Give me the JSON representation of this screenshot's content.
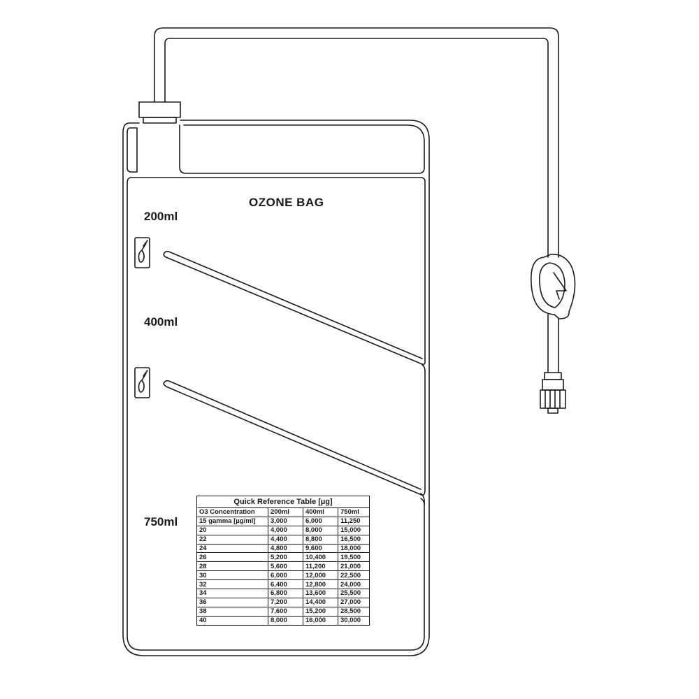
{
  "bag": {
    "title": "OZONE BAG",
    "volume_marks": [
      "200ml",
      "400ml",
      "750ml"
    ]
  },
  "table": {
    "caption": "Quick Reference Table [µg]",
    "headers": [
      "O3 Concentration",
      "200ml",
      "400ml",
      "750ml"
    ],
    "rows": [
      [
        "15 gamma [µg/ml]",
        "3,000",
        "6,000",
        "11,250"
      ],
      [
        "20",
        "4,000",
        "8,000",
        "15,000"
      ],
      [
        "22",
        "4,400",
        "8,800",
        "16,500"
      ],
      [
        "24",
        "4,800",
        "9,600",
        "18,000"
      ],
      [
        "26",
        "5,200",
        "10,400",
        "19,500"
      ],
      [
        "28",
        "5,600",
        "11,200",
        "21,000"
      ],
      [
        "30",
        "6,000",
        "12,000",
        "22,500"
      ],
      [
        "32",
        "6,400",
        "12,800",
        "24,000"
      ],
      [
        "34",
        "6,800",
        "13,600",
        "25,500"
      ],
      [
        "36",
        "7,200",
        "14,400",
        "27,000"
      ],
      [
        "38",
        "7,600",
        "15,200",
        "28,500"
      ],
      [
        "40",
        "8,000",
        "16,000",
        "30,000"
      ]
    ]
  },
  "icons": [
    "hand-gesture-icon",
    "hand-gesture-icon",
    "tube-clamp-icon",
    "luer-connector-icon"
  ]
}
